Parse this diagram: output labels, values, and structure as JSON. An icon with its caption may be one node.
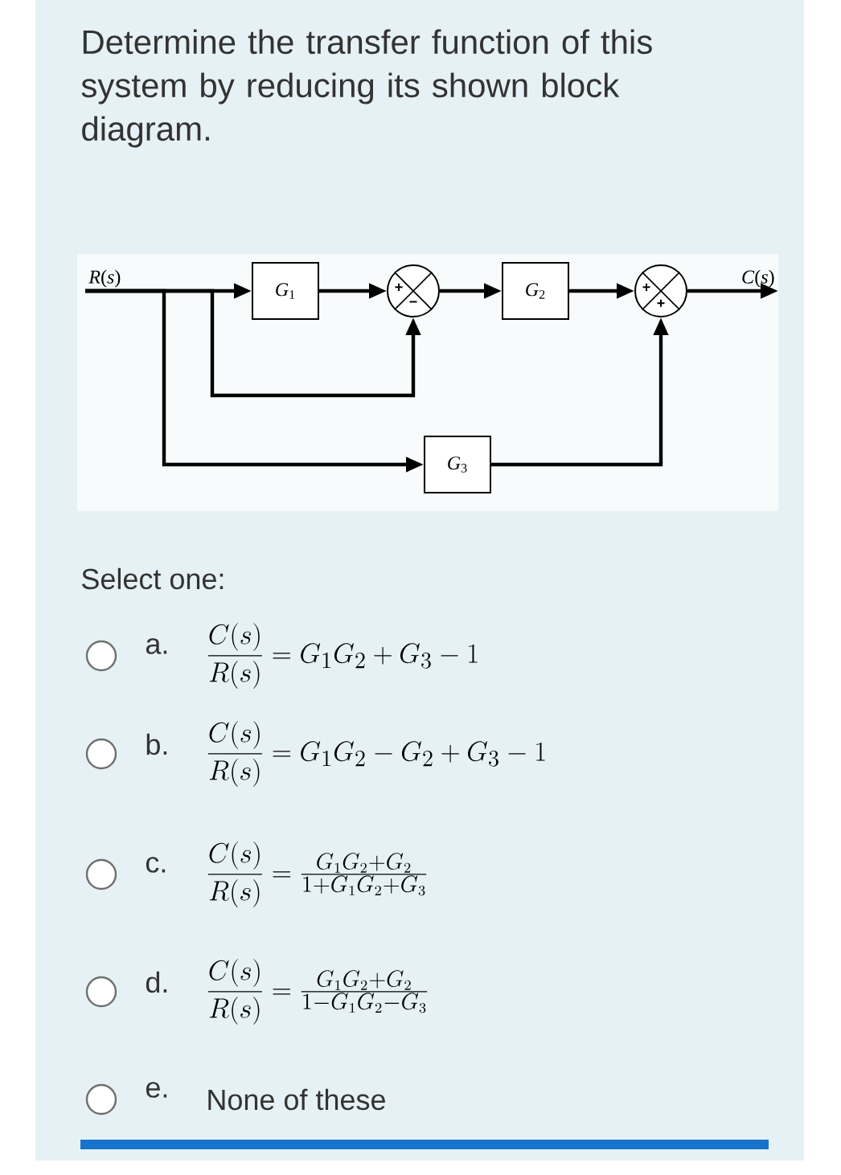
{
  "diagram": {
    "title": "Determine the transfer function of this system by reducing its shown block diagram.",
    "nodes": [
      {
        "text": [
          "*R*(*s*)"
        ]
      },
      {
        "text": [
          "*G*$_{1}$"
        ]
      },
      {
        "text": [
          "+",
          "−"
        ]
      },
      {
        "text": [
          "*G*$_{2}$"
        ]
      },
      {
        "text": [
          "+",
          "+"
        ]
      },
      {
        "text": [
          "*C*(*s*)"
        ]
      },
      {
        "text": [
          "*G*$_{3}$"
        ]
      }
    ],
    "edges": [
      {
        "from": 0,
        "to": 1,
        "arrow": "to"
      },
      {
        "from": 0,
        "to": 2,
        "arrow": "to"
      },
      {
        "from": 0,
        "to": 6,
        "arrow": "to"
      },
      {
        "from": 1,
        "to": 2,
        "arrow": "to"
      },
      {
        "from": 2,
        "to": 3,
        "arrow": "to"
      },
      {
        "from": 3,
        "to": 4,
        "arrow": "to"
      },
      {
        "from": 6,
        "to": 4,
        "arrow": "to"
      },
      {
        "from": 4,
        "to": 5,
        "arrow": "to"
      }
    ],
    "labels": [
      "Select one:",
      "a.",
      "\\frac{C(s)}{R(s)} = G_1G_2+G_3-1",
      "b.",
      "\\frac{C(s)}{R(s)} = G_1G_2-G_2+G_3-1",
      "c.",
      "\\frac{C(s)}{R(s)} = \\tfrac{G_1G_2+G_2}{1+G_1G_2+G_3}",
      "d.",
      "\\frac{C(s)}{R(s)} = \\tfrac{G_1G_2+G_2}{1-G_1G_2-G_3}",
      "e.",
      "None of these"
    ]
  }
}
